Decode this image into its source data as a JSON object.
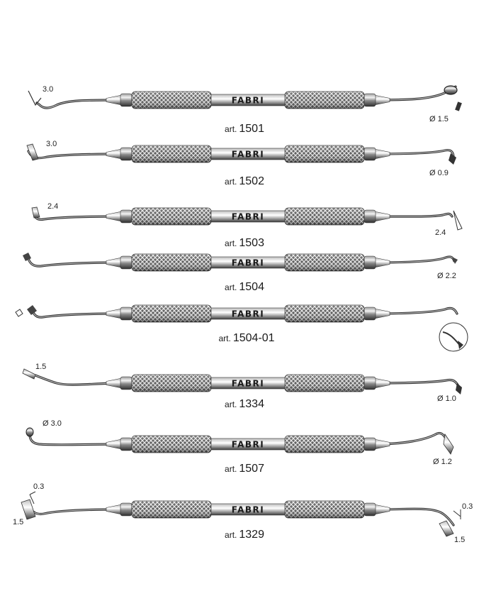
{
  "catalog": {
    "brand": "FABRI",
    "art_prefix": "art.",
    "instruments": [
      {
        "art": "1501",
        "left_dim": "3.0",
        "right_dim": "Ø 1.5",
        "right_dim_2": "",
        "left_dim_2": ""
      },
      {
        "art": "1502",
        "left_dim": "3.0",
        "right_dim": "Ø 0.9",
        "right_dim_2": "",
        "left_dim_2": ""
      },
      {
        "art": "1503",
        "left_dim": "2.4",
        "right_dim": "2.4",
        "right_dim_2": "",
        "left_dim_2": ""
      },
      {
        "art": "1504",
        "left_dim": "",
        "right_dim": "Ø 2.2",
        "right_dim_2": "",
        "left_dim_2": ""
      },
      {
        "art": "1504-01",
        "left_dim": "",
        "right_dim": "",
        "right_dim_2": "",
        "left_dim_2": ""
      },
      {
        "art": "1334",
        "left_dim": "1.5",
        "right_dim": "Ø 1.0",
        "right_dim_2": "",
        "left_dim_2": ""
      },
      {
        "art": "1507",
        "left_dim": "Ø 3.0",
        "right_dim": "Ø 1.2",
        "right_dim_2": "",
        "left_dim_2": ""
      },
      {
        "art": "1329",
        "left_dim": "0.3",
        "right_dim": "0.3",
        "right_dim_2": "1.5",
        "left_dim_2": "1.5"
      }
    ]
  },
  "colors": {
    "steel_dark": "#3a3a3a",
    "steel_light": "#d9d9d9",
    "text": "#1a1a1a"
  }
}
